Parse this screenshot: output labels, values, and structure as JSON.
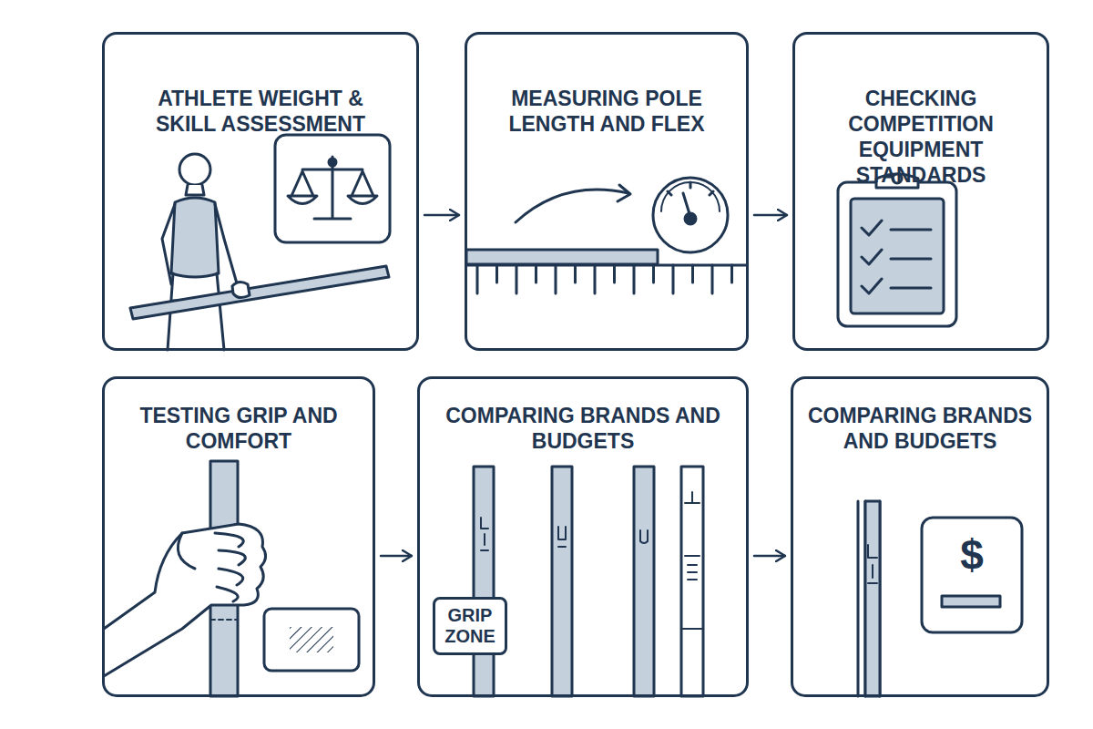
{
  "diagram": {
    "nodes": [
      {
        "text": [
          "ATHLETE WEIGHT & SKILL ASSESSMENT"
        ]
      },
      {
        "text": [
          "MEASURING POLE LENGTH AND FLEX"
        ]
      },
      {
        "text": [
          "CHECKING COMPETITION EQUIPMENT STANDARDS"
        ]
      },
      {
        "text": [
          "TESTING GRIP AND COMFORT"
        ]
      },
      {
        "text": [
          "COMPARING BRANDS AND BUDGETS"
        ]
      },
      {
        "text": [
          "GRIP ZONE"
        ],
        "in": 4
      },
      {
        "text": [
          "COMPARING BRANDS AND BUDGETS"
        ]
      }
    ],
    "edges": [
      {
        "from": 0,
        "to": 1,
        "arrow": "to"
      },
      {
        "from": 1,
        "to": 2,
        "arrow": "to"
      },
      {
        "from": 3,
        "to": 4,
        "arrow": "to"
      },
      {
        "from": 4,
        "to": 6,
        "arrow": "to"
      }
    ],
    "labels": [
      "$"
    ]
  }
}
